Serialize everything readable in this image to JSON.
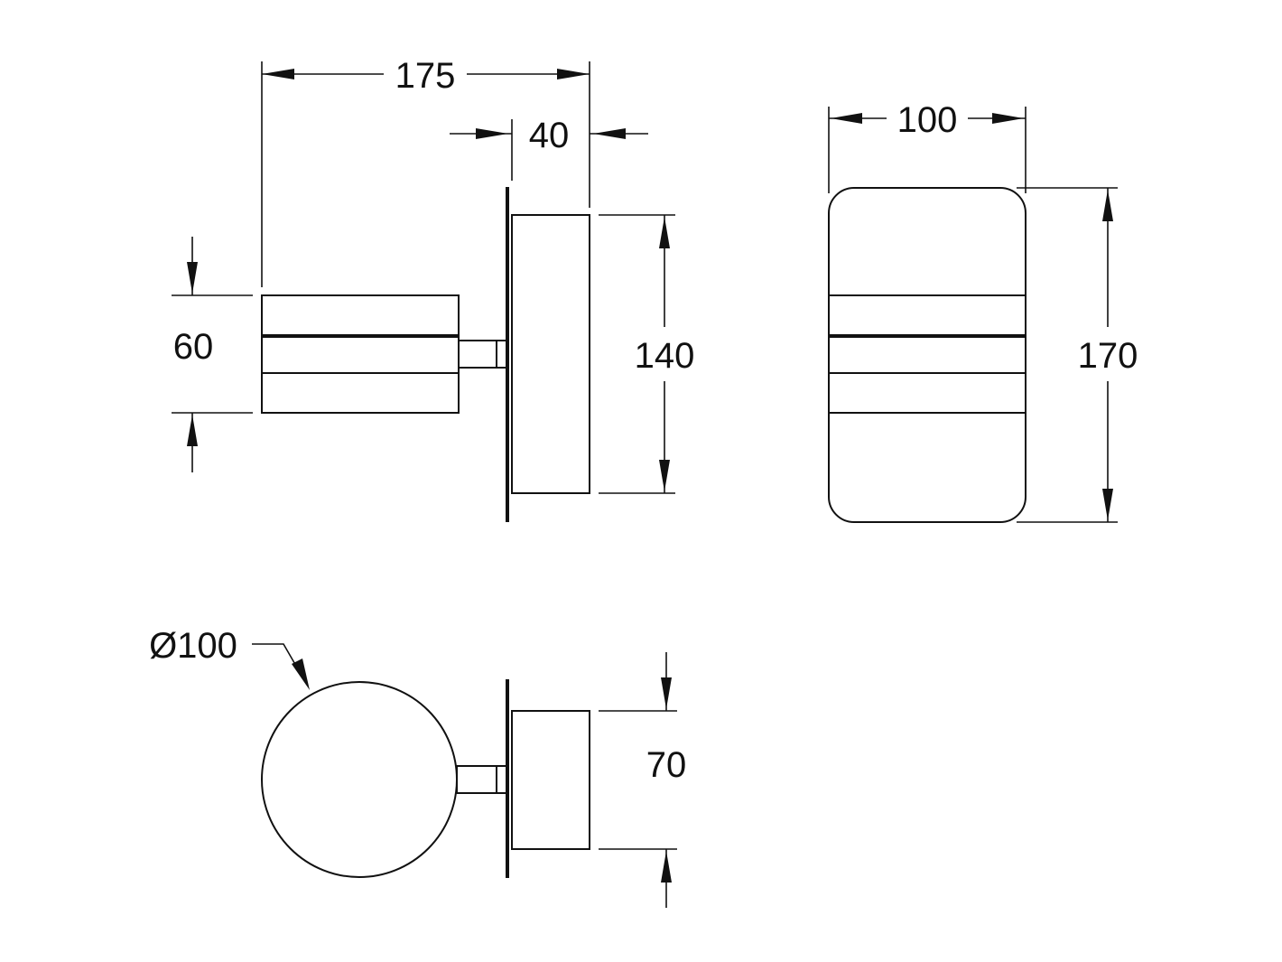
{
  "drawing": {
    "colors": {
      "line": "#111111",
      "background": "#ffffff"
    },
    "dimensions": {
      "overall_depth": "175",
      "plate_depth": "40",
      "head_height": "60",
      "plate_height": "140",
      "head_width": "100",
      "head_total_height": "170",
      "head_diameter": "Ø100",
      "plate_width": "70"
    }
  }
}
